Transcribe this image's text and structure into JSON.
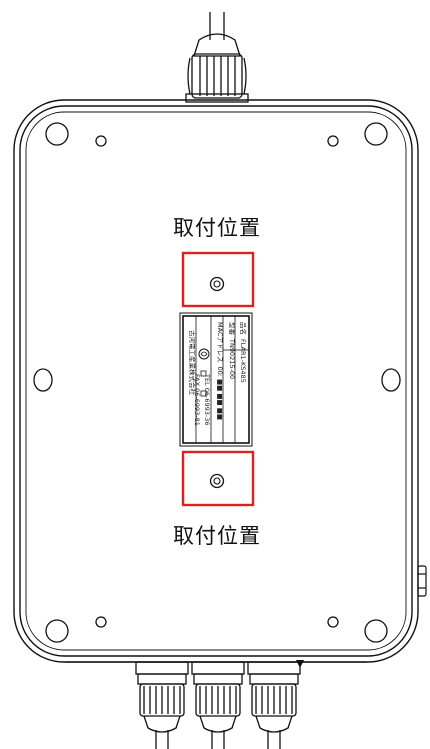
{
  "labels": {
    "mount_top": "取付位置",
    "mount_bottom": "取付位置"
  },
  "nameplate": {
    "rows": [
      {
        "key": "品名",
        "value": "FLAR1-KS485"
      },
      {
        "key": "型番",
        "value": "TN90215-00"
      },
      {
        "key": "MACアドレス",
        "value": "00: ■■ ■■ ■■"
      }
    ],
    "tel_line": "TEL 06-6993-36",
    "fax_line": "FAX 06-6993-81",
    "company": "古河電工産業株式会社"
  },
  "colors": {
    "line": "#111111",
    "highlight": "#e0201e"
  }
}
